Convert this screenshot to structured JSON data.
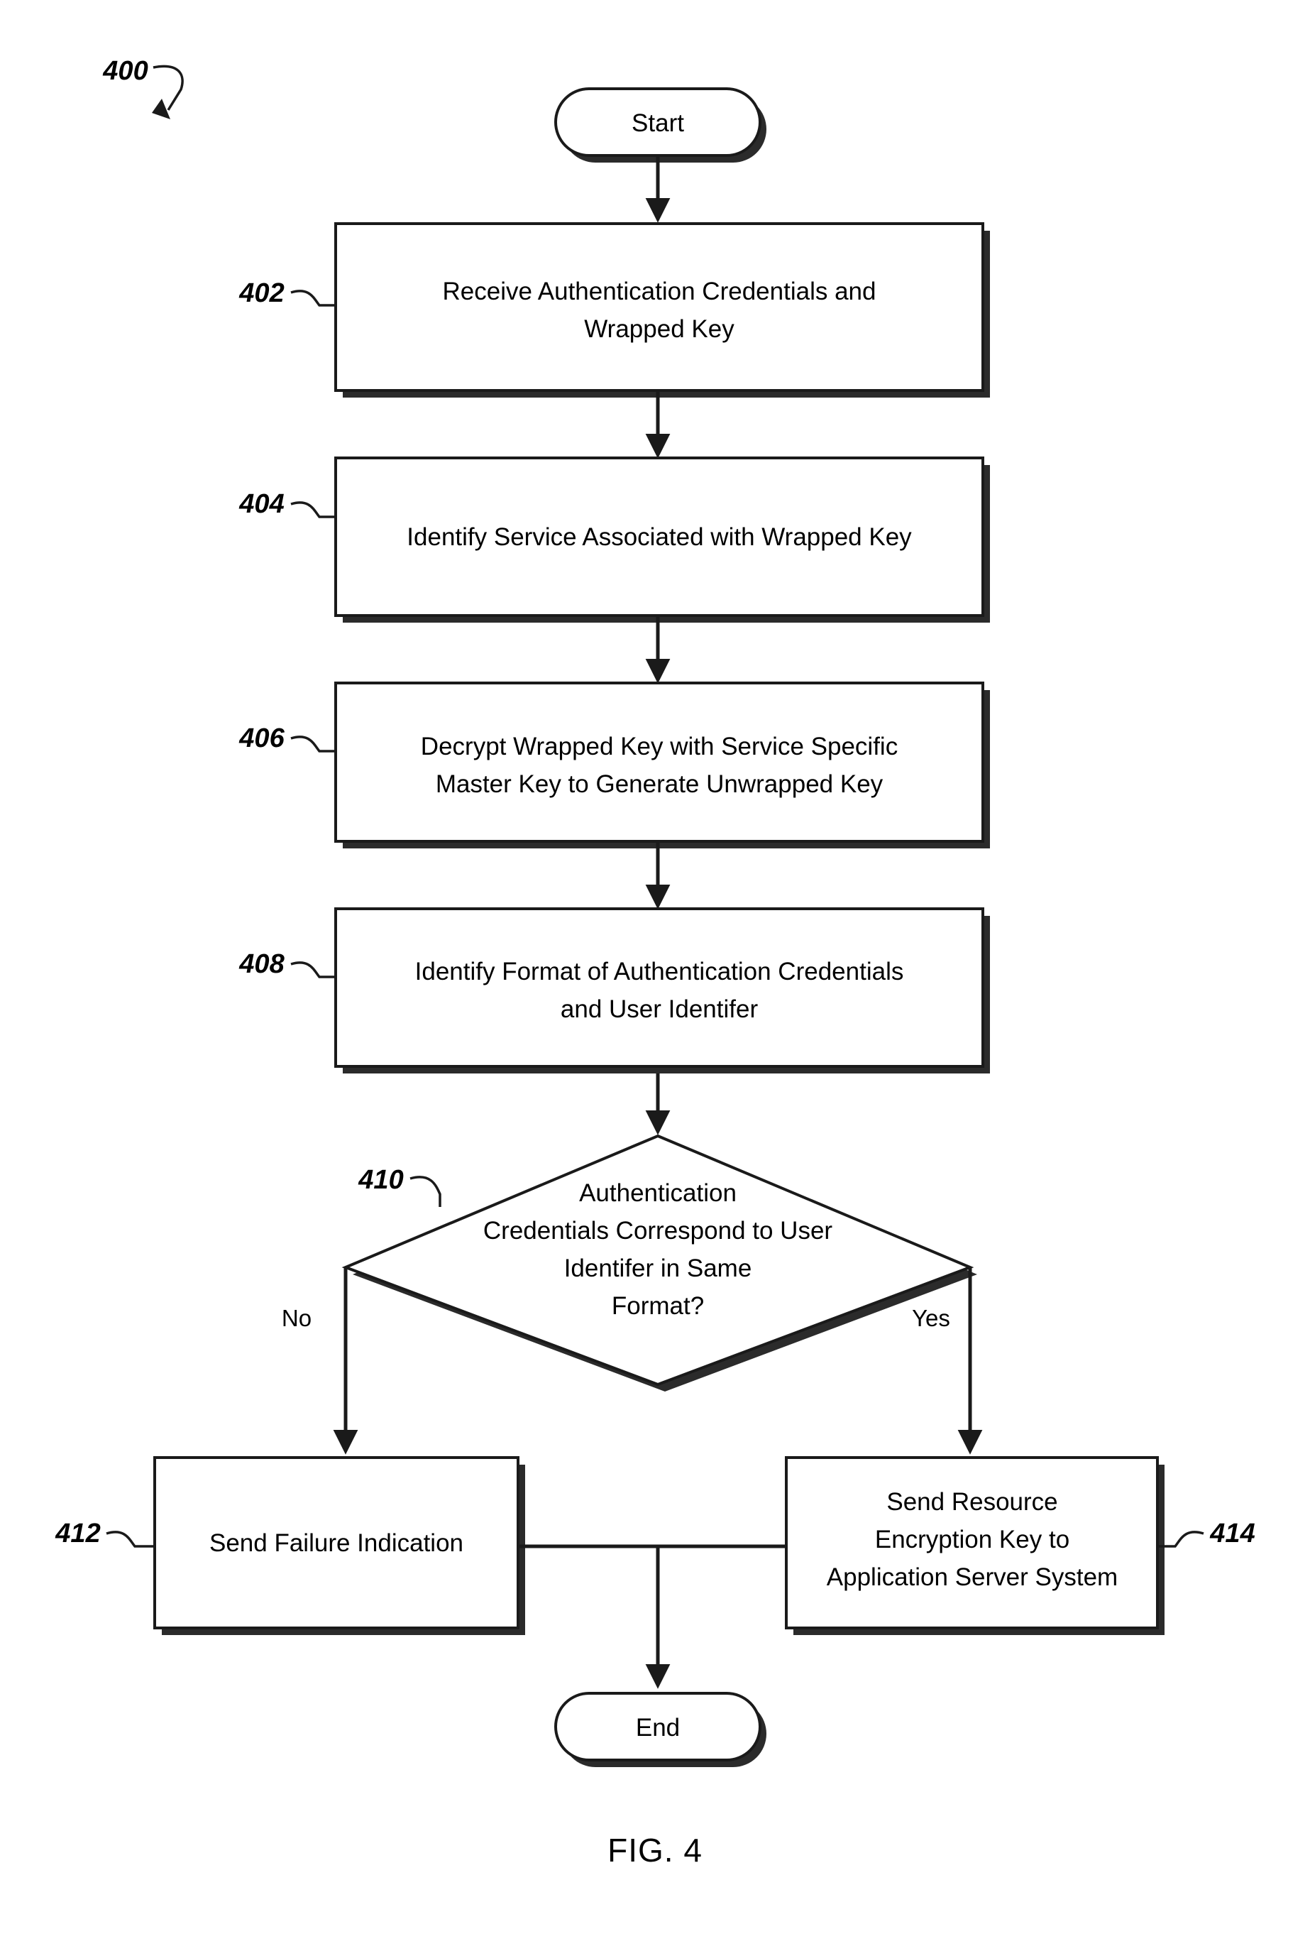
{
  "figure": {
    "caption": "FIG. 4",
    "diagram_number": "400"
  },
  "nodes": {
    "start": {
      "label": "Start",
      "ref": ""
    },
    "step402": {
      "line1": "Receive Authentication Credentials and",
      "line2": "Wrapped Key",
      "ref": "402"
    },
    "step404": {
      "line1": "Identify Service Associated with Wrapped Key",
      "line2": "",
      "ref": "404"
    },
    "step406": {
      "line1": "Decrypt Wrapped Key with Service Specific",
      "line2": "Master Key to Generate Unwrapped Key",
      "ref": "406"
    },
    "step408": {
      "line1": "Identify Format of Authentication Credentials",
      "line2": "and User Identifer",
      "ref": "408"
    },
    "decision410": {
      "line1": "Authentication",
      "line2": "Credentials Correspond to User",
      "line3": "Identifer in Same",
      "line4": "Format?",
      "ref": "410"
    },
    "step412": {
      "line1": "Send Failure Indication",
      "ref": "412"
    },
    "step414": {
      "line1": "Send Resource",
      "line2": "Encryption Key to",
      "line3": "Application Server System",
      "ref": "414"
    },
    "end": {
      "label": "End",
      "ref": ""
    }
  },
  "branches": {
    "no": "No",
    "yes": "Yes"
  },
  "colors": {
    "stroke": "#1a1a1a",
    "fill": "#ffffff",
    "shadow": "#2b2b2b"
  }
}
